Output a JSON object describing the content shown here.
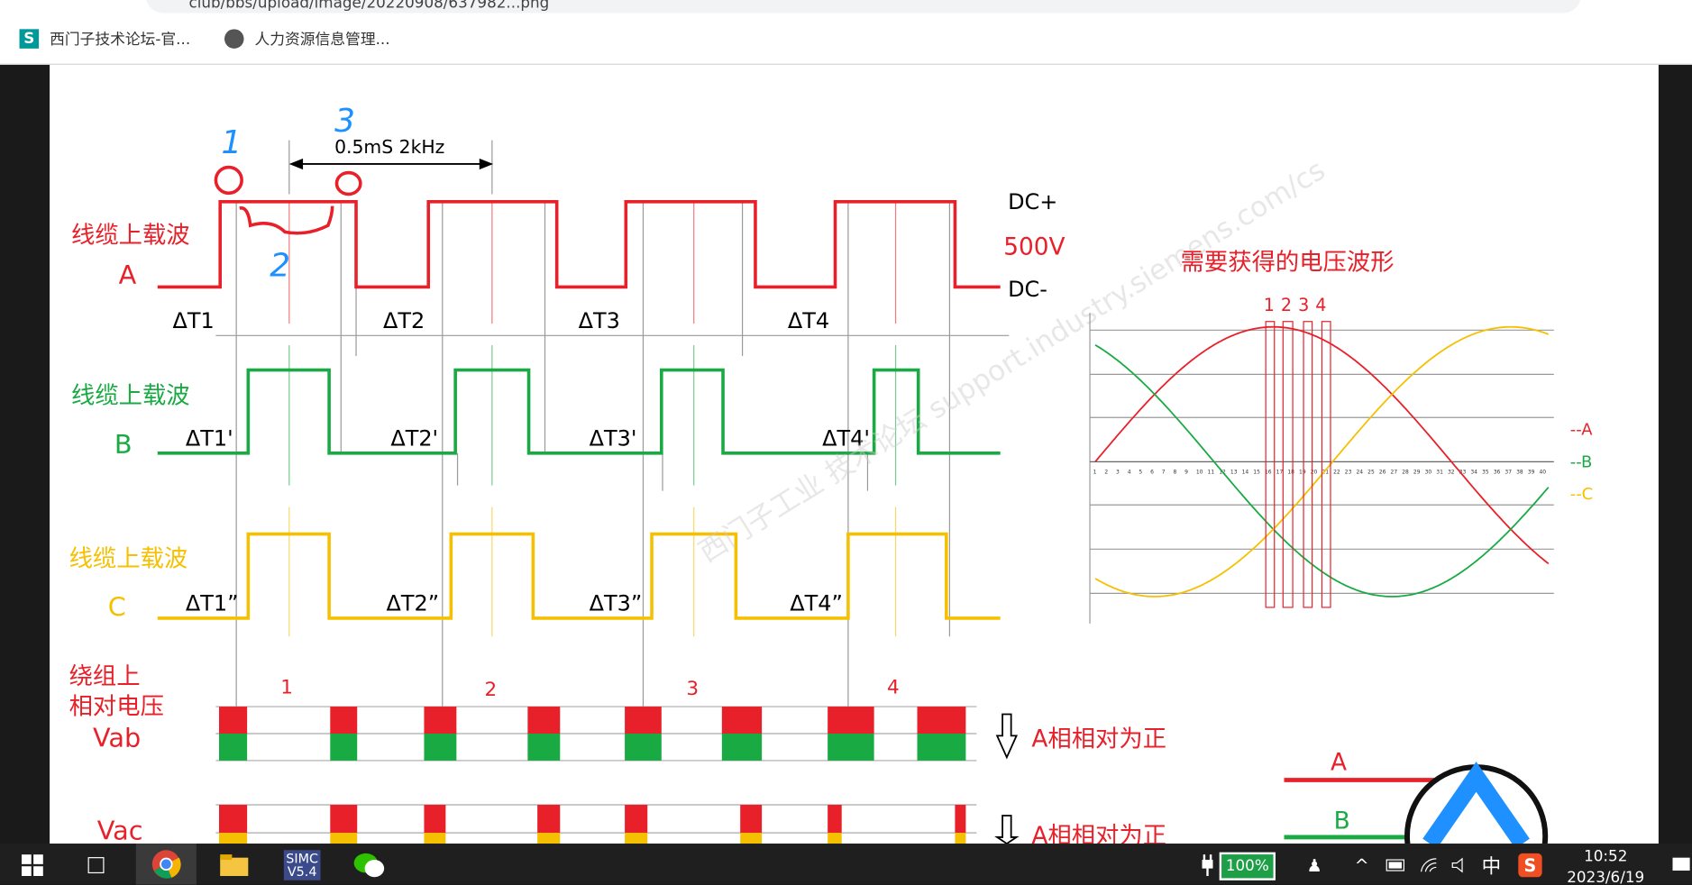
{
  "browser": {
    "url_fragment": "club/bbs/upload/image/20220908/637982...png",
    "bookmarks": [
      {
        "label": "西门子技术论坛-官...",
        "icon": "siemens-s-icon"
      },
      {
        "label": "人力资源信息管理...",
        "icon": "globe-icon"
      }
    ]
  },
  "diagram": {
    "period_label": "0.5mS 2kHz",
    "dc_plus": "DC+",
    "voltage": "500V",
    "dc_minus": "DC-",
    "carrier_label": "线缆上载波",
    "phase_a": "A",
    "phase_b": "B",
    "phase_c": "C",
    "dt_a": [
      "ΔT1",
      "ΔT2",
      "ΔT3",
      "ΔT4"
    ],
    "dt_b": [
      "ΔT1'",
      "ΔT2'",
      "ΔT3'",
      "ΔT4'"
    ],
    "dt_c": [
      "ΔT1”",
      "ΔT2”",
      "ΔT3”",
      "ΔT4”"
    ],
    "winding_label_1": "绕组上",
    "winding_label_2": "相对电压",
    "vab": "Vab",
    "vac": "Vac",
    "segment_numbers": [
      "1",
      "2",
      "3",
      "4"
    ],
    "a_positive_1": "A相相对为正",
    "a_positive_2": "A相相对为正",
    "handwritten": [
      "1",
      "3",
      "2"
    ],
    "target_title": "需要获得的电压波形",
    "target_markers": [
      "1",
      "2",
      "3",
      "4"
    ],
    "legend": [
      "--A",
      "--B",
      "--C"
    ],
    "axis_ticks": [
      1,
      2,
      3,
      4,
      5,
      6,
      7,
      8,
      9,
      10,
      11,
      12,
      13,
      14,
      15,
      16,
      17,
      18,
      19,
      20,
      21,
      22,
      23,
      24,
      25,
      26,
      27,
      28,
      29,
      30,
      31,
      32,
      33,
      34,
      35,
      36,
      37,
      38,
      39,
      40
    ],
    "logo_a": "A",
    "logo_b": "B",
    "watermark": "西门子工业 技术论坛 support.industry.siemens.com/cs"
  },
  "colors": {
    "red": "#e8202a",
    "green": "#1aaa44",
    "yellow": "#f5c000",
    "blue": "#1e90ff"
  },
  "taskbar": {
    "battery": "100%",
    "ime": "中",
    "time": "10:52",
    "date": "2023/6/19",
    "apps": [
      "start",
      "task-view",
      "chrome",
      "file-explorer",
      "simatic",
      "wechat"
    ],
    "simatic_label": "SIMC",
    "simatic_version": "V5.4"
  }
}
